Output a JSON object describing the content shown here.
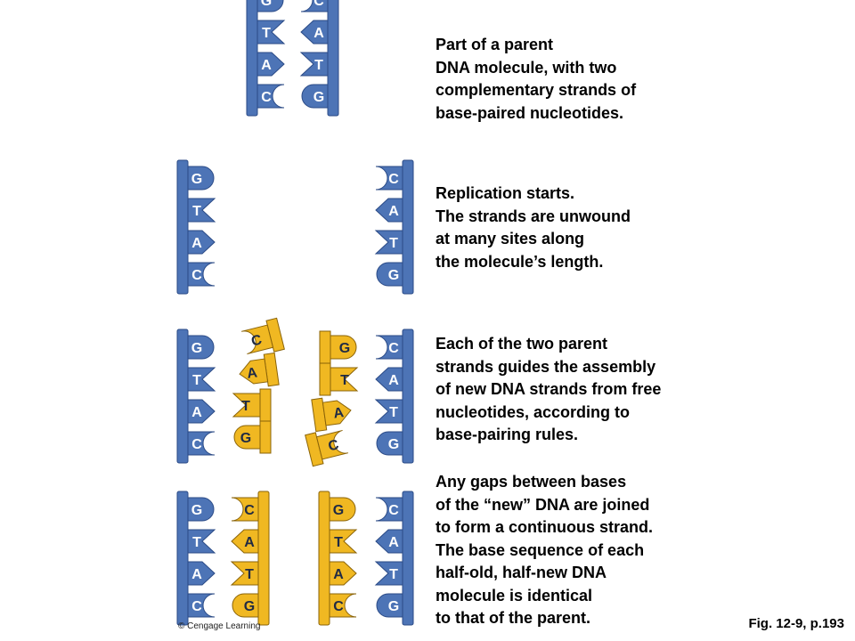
{
  "colors": {
    "parent_strand": "#4d74b6",
    "parent_outline": "#2a4a86",
    "new_strand": "#f0b822",
    "new_outline": "#8a6308",
    "letter_on_blue": "#ffffff",
    "letter_on_gold": "#1f2a44"
  },
  "captions": [
    {
      "lines": [
        "Part of a parent",
        "DNA molecule, with two",
        "complementary strands of",
        "base-paired nucleotides."
      ]
    },
    {
      "lines": [
        "Replication starts.",
        "The strands are unwound",
        "at many sites along",
        "the molecule’s length."
      ]
    },
    {
      "lines": [
        "Each of the two parent",
        "strands guides the assembly",
        "of new DNA strands from free",
        "nucleotides, according to",
        "base-pairing rules."
      ]
    },
    {
      "lines": [
        "Any gaps between bases",
        "of the “new” DNA are joined",
        "to form a continuous strand.",
        "The base sequence of each",
        "half-old, half-new DNA",
        "molecule is identical",
        "to that of the parent."
      ]
    }
  ],
  "molecule": {
    "left_strand_bases": [
      "G",
      "T",
      "A",
      "C"
    ],
    "right_strand_bases": [
      "C",
      "A",
      "T",
      "G"
    ]
  },
  "stage3_left_new_bases": [
    "C",
    "A",
    "T",
    "G"
  ],
  "stage3_right_new_bases": [
    "G",
    "T",
    "A",
    "C"
  ],
  "stage4_left_new_bases": [
    "C",
    "A",
    "T",
    "G"
  ],
  "stage4_right_new_bases": [
    "G",
    "T",
    "A",
    "C"
  ],
  "credit": "© Cengage Learning",
  "figure_ref": "Fig. 12-9, p.193"
}
